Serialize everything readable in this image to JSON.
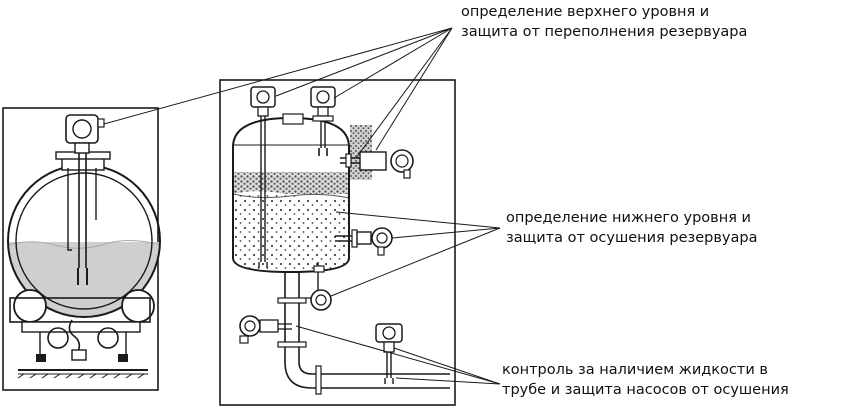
{
  "labels": {
    "upper": {
      "line1": "определение верхнего уровня и",
      "line2": "защита от переполнения резервуара"
    },
    "lower": {
      "line1": "определение нижнего уровня и",
      "line2": "защита от осушения резервуара"
    },
    "pipe": {
      "line1": "контроль за наличием жидкости в",
      "line2": "трубе и защита насосов от осушения"
    }
  },
  "colors": {
    "line": "#1a1a1a",
    "liquid": "#cfcfcf",
    "foam": "#e6e6e6",
    "background": "#ffffff"
  },
  "icons": [
    "level-switch-icon",
    "vibrating-fork-icon",
    "tank-icon",
    "pipe-icon"
  ]
}
